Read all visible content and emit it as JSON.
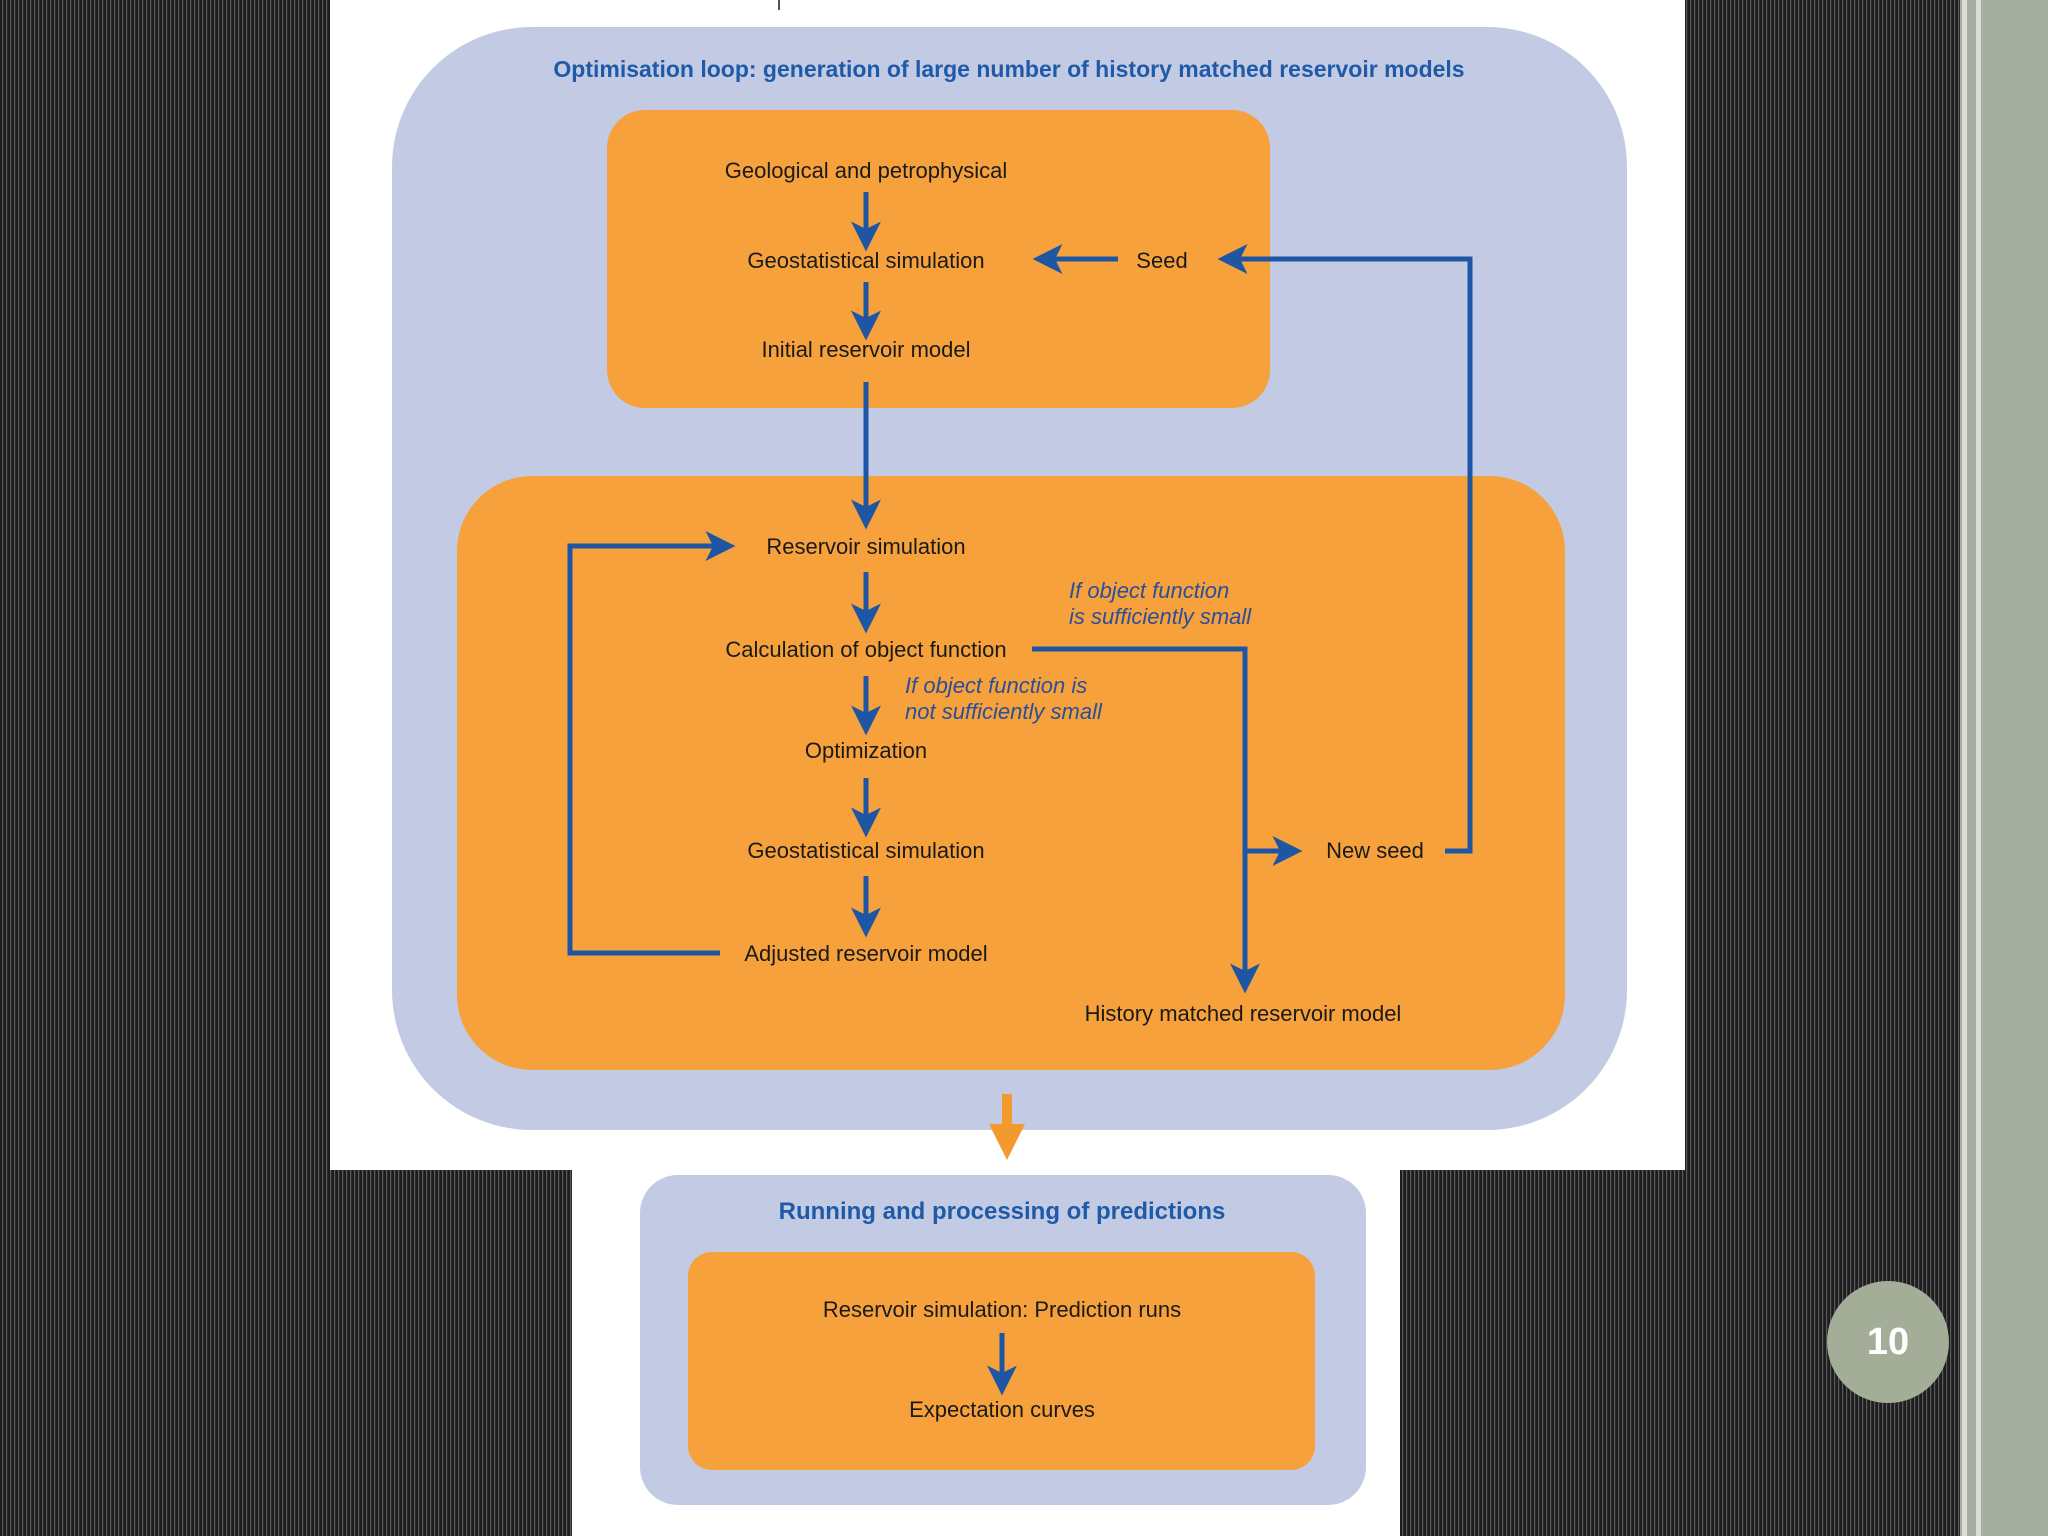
{
  "slide": {
    "page_number": "10",
    "colors": {
      "panel_blue": "#c3cbe4",
      "box_orange": "#f6a13b",
      "arrow_blue": "#1f56a4",
      "title_blue": "#1e5aa8",
      "label_text": "#1a1a1a",
      "note_text": "#2a4f99",
      "transfer_arrow": "#f39a2e",
      "page_badge": "#a3ad97"
    }
  },
  "optimisation_loop": {
    "title": "Optimisation loop: generation of large number of history matched reservoir models",
    "initial_model_box": {
      "geological": "Geological and petrophysical",
      "geostat_sim": "Geostatistical simulation",
      "seed": "Seed",
      "initial_model": "Initial reservoir model"
    },
    "matching_box": {
      "reservoir_sim": "Reservoir simulation",
      "calc_object_fn": "Calculation of object function",
      "if_small": "If object function is sufficiently small",
      "if_not_small": "If object function is not sufficiently small",
      "optimization": "Optimization",
      "geostat_sim": "Geostatistical  simulation",
      "adjusted_model": "Adjusted reservoir model",
      "new_seed": "New seed",
      "history_matched": "History matched reservoir model"
    }
  },
  "predictions": {
    "title": "Running and processing of predictions",
    "prediction_runs": "Reservoir simulation: Prediction runs",
    "expectation_curves": "Expectation curves"
  }
}
